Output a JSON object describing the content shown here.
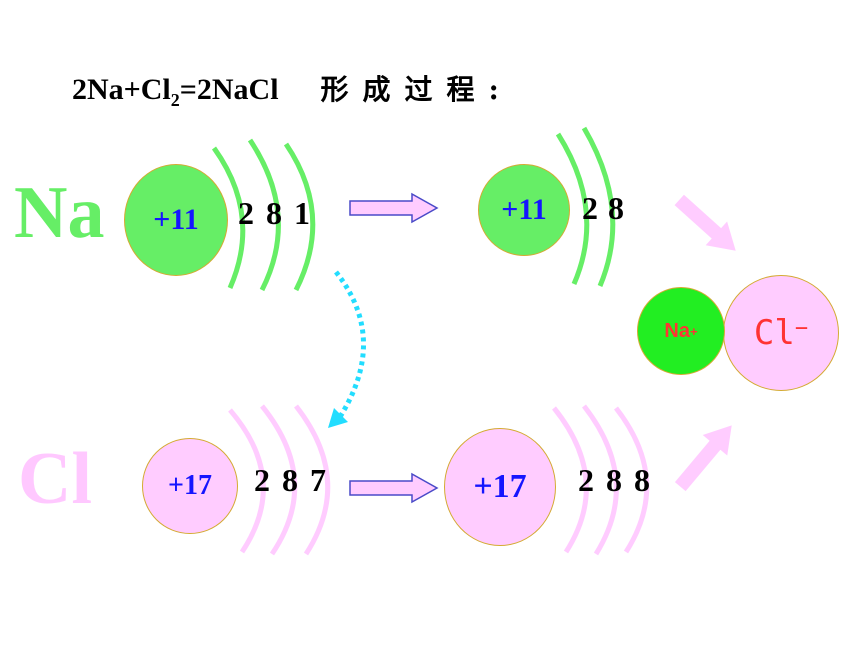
{
  "title": {
    "equation_prefix": "2Na+Cl",
    "equation_sub": "2",
    "equation_suffix": "=2NaCl",
    "label_cn": "形成过程:"
  },
  "elements": {
    "na_symbol": "Na",
    "cl_symbol": "Cl"
  },
  "na_atom": {
    "nucleus": "+11",
    "shells": "2 8 1"
  },
  "na_ion": {
    "nucleus": "+11",
    "shells": "2 8"
  },
  "cl_atom": {
    "nucleus": "+17",
    "shells": "2 8 7"
  },
  "cl_ion": {
    "nucleus": "+17",
    "shells": "2 8 8"
  },
  "product": {
    "na_ion_symbol": "Na",
    "na_ion_charge": "+",
    "cl_ion_symbol": "Cl",
    "cl_ion_charge": "−"
  },
  "colors": {
    "na_green": "#66ee66",
    "cl_pink": "#ffccff",
    "nucleus_text": "#1515ff",
    "arrow_fill": "#ffccff",
    "arrow_stroke": "#4a4ac8",
    "transfer_arrow": "#22ddff",
    "ion_text": "#ff3333"
  }
}
